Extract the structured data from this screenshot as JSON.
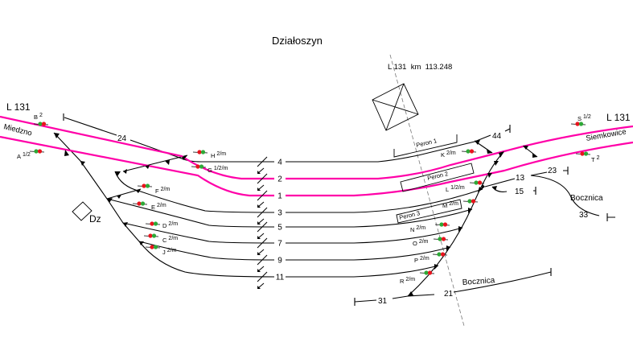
{
  "title": "Działoszyn",
  "line_km": "L 131  km  113.248",
  "left": {
    "line": "L 131",
    "direction": "Miedzno",
    "building": "Dz"
  },
  "right": {
    "line": "L 131",
    "direction": "Siemkowice"
  },
  "tracks": [
    "4",
    "2",
    "1",
    "3",
    "5",
    "7",
    "9",
    "11"
  ],
  "track_ends": {
    "t24": "24",
    "t44": "44",
    "t13": "13",
    "t23": "23",
    "t15": "15",
    "t33": "33",
    "t31": "31",
    "t21": "21"
  },
  "sidings": [
    "Bocznica",
    "Bocznica"
  ],
  "platforms": [
    "Peron 1",
    "Peron 2",
    "Peron 3"
  ],
  "signals": [
    {
      "name": "B",
      "suffix": "2"
    },
    {
      "name": "A",
      "suffix": "1/2"
    },
    {
      "name": "H",
      "suffix": "2/m"
    },
    {
      "name": "G",
      "suffix": "1/2/m"
    },
    {
      "name": "F",
      "suffix": "2/m"
    },
    {
      "name": "E",
      "suffix": "2/m"
    },
    {
      "name": "D",
      "suffix": "2/m"
    },
    {
      "name": "C",
      "suffix": "2/m"
    },
    {
      "name": "J",
      "suffix": "2/m"
    },
    {
      "name": "K",
      "suffix": "2/m"
    },
    {
      "name": "L",
      "suffix": "1/2/m"
    },
    {
      "name": "M",
      "suffix": "2/m"
    },
    {
      "name": "N",
      "suffix": "2/m"
    },
    {
      "name": "O",
      "suffix": "2/m"
    },
    {
      "name": "P",
      "suffix": "2/m"
    },
    {
      "name": "R",
      "suffix": "2/m"
    },
    {
      "name": "S",
      "suffix": "1/2"
    },
    {
      "name": "T",
      "suffix": "2"
    }
  ],
  "colors": {
    "main_line": "#ff00a8",
    "signal_red": "#e8141e",
    "signal_green": "#2ea836"
  }
}
